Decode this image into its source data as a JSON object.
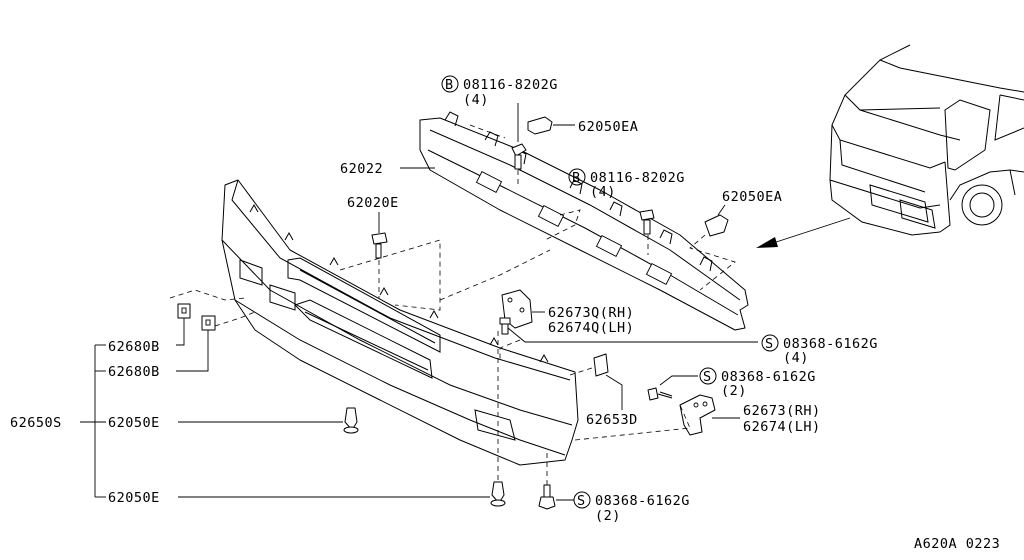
{
  "labels": {
    "bolt_top_part": "08116-8202G",
    "bolt_top_qty": "(4)",
    "bolt_top_prefix": "B",
    "clip_top": "62050EA",
    "reinforcement": "62022",
    "bolt_mid_part": "08116-8202G",
    "bolt_mid_qty": "(4)",
    "bolt_mid_prefix": "B",
    "clip_right": "62050EA",
    "screw_top": "62020E",
    "bracket_rh": "62673Q(RH)",
    "bracket_lh": "62674Q(LH)",
    "screw_a_part": "08368-6162G",
    "screw_a_qty": "(4)",
    "screw_a_prefix": "S",
    "clip_b1": "62680B",
    "clip_b2": "62680B",
    "screw_b_part": "08368-6162G",
    "screw_b_qty": "(2)",
    "screw_b_prefix": "S",
    "bumper_assy": "62650S",
    "clip_e1": "62050E",
    "part_62653d": "62653D",
    "bracket2_rh": "62673(RH)",
    "bracket2_lh": "62674(LH)",
    "clip_e2": "62050E",
    "screw_c_part": "08368-6162G",
    "screw_c_qty": "(2)",
    "screw_c_prefix": "S",
    "diagram_code": "A620A 0223"
  }
}
